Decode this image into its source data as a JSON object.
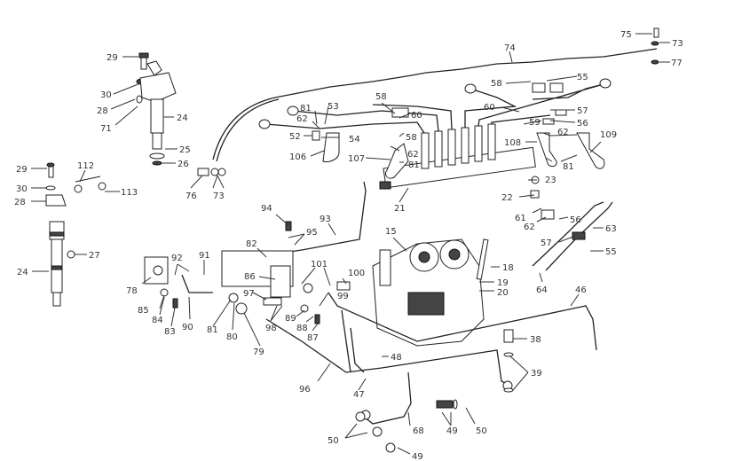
{
  "diagram": {
    "title": "Fuel injection system exploded parts diagram",
    "labels": [
      {
        "id": "l29a",
        "text": "29"
      },
      {
        "id": "l30a",
        "text": "30"
      },
      {
        "id": "l28a",
        "text": "28"
      },
      {
        "id": "l71",
        "text": "71"
      },
      {
        "id": "l24a",
        "text": "24"
      },
      {
        "id": "l25",
        "text": "25"
      },
      {
        "id": "l26",
        "text": "26"
      },
      {
        "id": "l76",
        "text": "76"
      },
      {
        "id": "l73a",
        "text": "73"
      },
      {
        "id": "l29b",
        "text": "29"
      },
      {
        "id": "l30b",
        "text": "30"
      },
      {
        "id": "l28b",
        "text": "28"
      },
      {
        "id": "l112",
        "text": "112"
      },
      {
        "id": "l113",
        "text": "113"
      },
      {
        "id": "l27",
        "text": "27"
      },
      {
        "id": "l24b",
        "text": "24"
      },
      {
        "id": "l74",
        "text": "74"
      },
      {
        "id": "l75",
        "text": "75"
      },
      {
        "id": "l73b",
        "text": "73"
      },
      {
        "id": "l77",
        "text": "77"
      },
      {
        "id": "l58a",
        "text": "58"
      },
      {
        "id": "l55a",
        "text": "55"
      },
      {
        "id": "l58b",
        "text": "58"
      },
      {
        "id": "l60a",
        "text": "60"
      },
      {
        "id": "l60b",
        "text": "60"
      },
      {
        "id": "l57a",
        "text": "57"
      },
      {
        "id": "l59",
        "text": "59"
      },
      {
        "id": "l56a",
        "text": "56"
      },
      {
        "id": "l81a",
        "text": "81"
      },
      {
        "id": "l62a",
        "text": "62"
      },
      {
        "id": "l53",
        "text": "53"
      },
      {
        "id": "l52",
        "text": "52"
      },
      {
        "id": "l54",
        "text": "54"
      },
      {
        "id": "l58c",
        "text": "58"
      },
      {
        "id": "l62b",
        "text": "62"
      },
      {
        "id": "l81b",
        "text": "81"
      },
      {
        "id": "l106",
        "text": "106"
      },
      {
        "id": "l107",
        "text": "107"
      },
      {
        "id": "l108",
        "text": "108"
      },
      {
        "id": "l62c",
        "text": "62"
      },
      {
        "id": "l109",
        "text": "109"
      },
      {
        "id": "l81c",
        "text": "81"
      },
      {
        "id": "l23",
        "text": "23"
      },
      {
        "id": "l22",
        "text": "22"
      },
      {
        "id": "l21",
        "text": "21"
      },
      {
        "id": "l61",
        "text": "61"
      },
      {
        "id": "l62d",
        "text": "62"
      },
      {
        "id": "l56b",
        "text": "56"
      },
      {
        "id": "l63",
        "text": "63"
      },
      {
        "id": "l57b",
        "text": "57"
      },
      {
        "id": "l55b",
        "text": "55"
      },
      {
        "id": "l64",
        "text": "64"
      },
      {
        "id": "l94",
        "text": "94"
      },
      {
        "id": "l93",
        "text": "93"
      },
      {
        "id": "l95",
        "text": "95"
      },
      {
        "id": "l82",
        "text": "82"
      },
      {
        "id": "l92",
        "text": "92"
      },
      {
        "id": "l91",
        "text": "91"
      },
      {
        "id": "l78",
        "text": "78"
      },
      {
        "id": "l86",
        "text": "86"
      },
      {
        "id": "l101",
        "text": "101"
      },
      {
        "id": "l100",
        "text": "100"
      },
      {
        "id": "l97",
        "text": "97"
      },
      {
        "id": "l99",
        "text": "99"
      },
      {
        "id": "l85",
        "text": "85"
      },
      {
        "id": "l84",
        "text": "84"
      },
      {
        "id": "l83",
        "text": "83"
      },
      {
        "id": "l90",
        "text": "90"
      },
      {
        "id": "l81d",
        "text": "81"
      },
      {
        "id": "l80",
        "text": "80"
      },
      {
        "id": "l79",
        "text": "79"
      },
      {
        "id": "l98",
        "text": "98"
      },
      {
        "id": "l89",
        "text": "89"
      },
      {
        "id": "l88",
        "text": "88"
      },
      {
        "id": "l87",
        "text": "87"
      },
      {
        "id": "l15",
        "text": "15"
      },
      {
        "id": "l18",
        "text": "18"
      },
      {
        "id": "l19",
        "text": "19"
      },
      {
        "id": "l20",
        "text": "20"
      },
      {
        "id": "l46",
        "text": "46"
      },
      {
        "id": "l38",
        "text": "38"
      },
      {
        "id": "l48",
        "text": "48"
      },
      {
        "id": "l39",
        "text": "39"
      },
      {
        "id": "l96",
        "text": "96"
      },
      {
        "id": "l47",
        "text": "47"
      },
      {
        "id": "l68",
        "text": "68"
      },
      {
        "id": "l49a",
        "text": "49"
      },
      {
        "id": "l50a",
        "text": "50"
      },
      {
        "id": "l50b",
        "text": "50"
      },
      {
        "id": "l49b",
        "text": "49"
      }
    ]
  }
}
